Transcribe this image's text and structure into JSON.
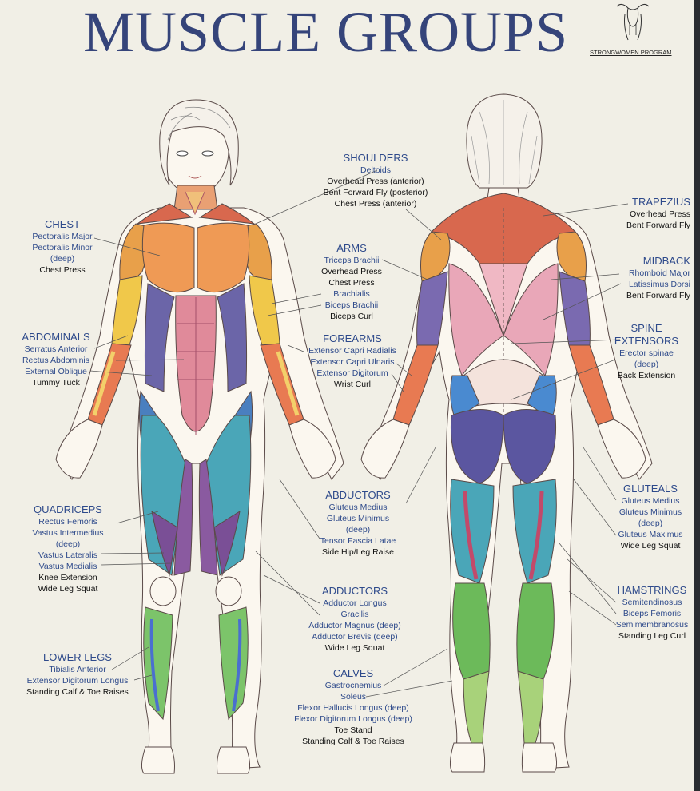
{
  "title": "MUSCLE GROUPS",
  "program": "STRONGWOMEN PROGRAM",
  "groups": {
    "shoulders": {
      "heading": "SHOULDERS",
      "muscles": [
        "Deltoids"
      ],
      "exercises": [
        "Overhead Press (anterior)",
        "Bent Forward Fly (posterior)",
        "Chest Press (anterior)"
      ]
    },
    "chest": {
      "heading": "CHEST",
      "muscles": [
        "Pectoralis Major",
        "Pectoralis Minor",
        "(deep)"
      ],
      "exercises": [
        "Chest Press"
      ]
    },
    "arms": {
      "heading": "ARMS",
      "muscles": [
        "Triceps Brachii"
      ],
      "exercises_1": [
        "Overhead Press",
        "Chest Press"
      ],
      "muscles_2": [
        "Brachialis",
        "Biceps Brachii"
      ],
      "exercises_2": [
        "Biceps Curl"
      ]
    },
    "abdominals": {
      "heading": "ABDOMINALS",
      "muscles": [
        "Serratus Anterior",
        "Rectus Abdominis",
        "External Oblique"
      ],
      "exercises": [
        "Tummy Tuck"
      ]
    },
    "forearms": {
      "heading": "FOREARMS",
      "muscles": [
        "Extensor Capri Radialis",
        "Extensor Capri Ulnaris",
        "Extensor Digitorum"
      ],
      "exercises": [
        "Wrist Curl"
      ]
    },
    "trapezius": {
      "heading": "TRAPEZIUS",
      "exercises": [
        "Overhead Press",
        "Bent Forward Fly"
      ]
    },
    "midback": {
      "heading": "MIDBACK",
      "muscles": [
        "Rhomboid Major",
        "Latissimus Dorsi"
      ],
      "exercises": [
        "Bent Forward Fly"
      ]
    },
    "spine": {
      "heading": "SPINE EXTENSORS",
      "muscles": [
        "Erector spinae",
        "(deep)"
      ],
      "exercises": [
        "Back Extension"
      ]
    },
    "quadriceps": {
      "heading": "QUADRICEPS",
      "muscles": [
        "Rectus Femoris",
        "Vastus Intermedius",
        "(deep)",
        "Vastus Lateralis",
        "Vastus Medialis"
      ],
      "exercises": [
        "Knee Extension",
        "Wide Leg Squat"
      ]
    },
    "abductors": {
      "heading": "ABDUCTORS",
      "muscles": [
        "Gluteus Medius",
        "Gluteus Minimus",
        "(deep)",
        "Tensor Fascia Latae"
      ],
      "exercises": [
        "Side Hip/Leg Raise"
      ]
    },
    "gluteals": {
      "heading": "GLUTEALS",
      "muscles": [
        "Gluteus Medius",
        "Gluteus Minimus",
        "(deep)",
        "Gluteus Maximus"
      ],
      "exercises": [
        "Wide Leg Squat"
      ]
    },
    "adductors": {
      "heading": "ADDUCTORS",
      "muscles": [
        "Adductor Longus",
        "Gracilis",
        "Adductor Magnus (deep)",
        "Adductor Brevis (deep)"
      ],
      "exercises": [
        "Wide Leg Squat"
      ]
    },
    "hamstrings": {
      "heading": "HAMSTRINGS",
      "muscles": [
        "Semitendinosus",
        "Biceps Femoris",
        "Semimembranosus"
      ],
      "exercises": [
        "Standing Leg Curl"
      ]
    },
    "lower_legs": {
      "heading": "LOWER LEGS",
      "muscles": [
        "Tibialis Anterior",
        "Extensor Digitorum Longus"
      ],
      "exercises": [
        "Standing Calf & Toe Raises"
      ]
    },
    "calves": {
      "heading": "CALVES",
      "muscles": [
        "Gastrocnemius",
        "Soleus",
        "Flexor Hallucis Longus (deep)",
        "Flexor Digitorum Longus (deep)"
      ],
      "exercises": [
        "Toe Stand",
        "Standing Calf & Toe Raises"
      ]
    }
  },
  "colors": {
    "label_blue": "#2e4a8b",
    "title_blue": "#35447a",
    "background": "#f1efe6",
    "skin": "#fbf7ef",
    "shoulder_orange": "#e8a04a",
    "pec_orange": "#ef9a55",
    "abdominal_pink": "#e08a9a",
    "trapezius_red": "#d8684e",
    "back_pink": "#e9a7b8",
    "oblique_purple": "#6b65a8",
    "glute_purple": "#5b56a0",
    "quad_teal": "#4aa6b8",
    "adductor_purple": "#8a5aa0",
    "calf_green": "#7cc46a",
    "forearm_yellow": "#f0c84a"
  }
}
